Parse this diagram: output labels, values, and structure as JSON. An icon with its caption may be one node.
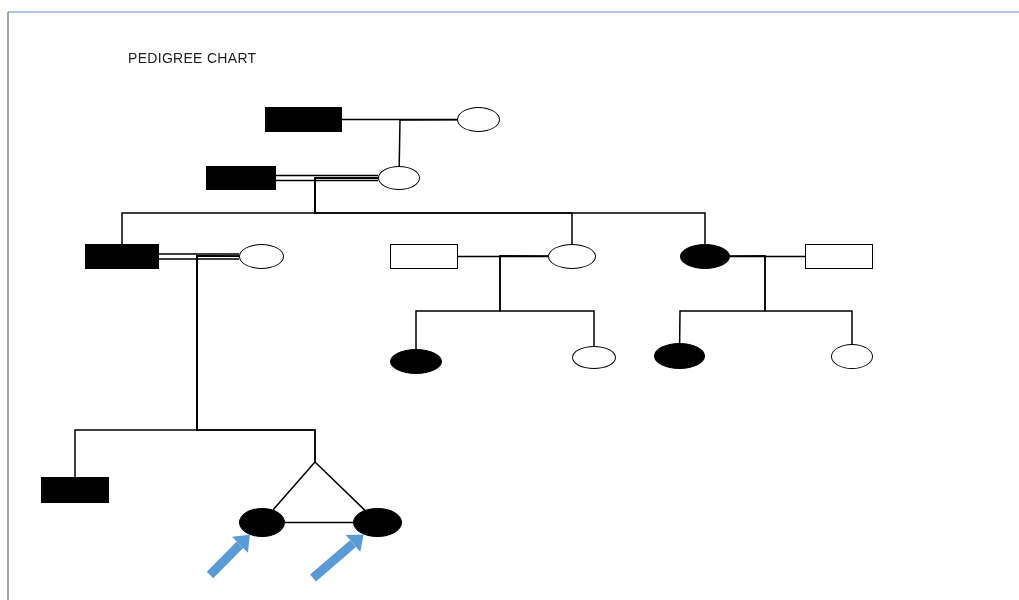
{
  "diagram": {
    "title": "PEDIGREE CHART",
    "nodes": [
      {
        "text": [],
        "shape": "box"
      },
      {
        "text": [],
        "shape": "circle"
      },
      {
        "text": [],
        "shape": "box"
      },
      {
        "text": [],
        "shape": "circle"
      },
      {
        "text": [],
        "shape": "box"
      },
      {
        "text": [],
        "shape": "circle"
      },
      {
        "text": [],
        "shape": "box"
      },
      {
        "text": [],
        "shape": "circle"
      },
      {
        "text": [],
        "shape": "circle"
      },
      {
        "text": [],
        "shape": "box"
      },
      {
        "text": [],
        "shape": "circle"
      },
      {
        "text": [],
        "shape": "circle"
      },
      {
        "text": [],
        "shape": "circle"
      },
      {
        "text": [],
        "shape": "circle"
      },
      {
        "text": [],
        "shape": "box"
      },
      {
        "text": [],
        "shape": "circle"
      },
      {
        "text": [],
        "shape": "circle"
      }
    ],
    "edges": [
      {
        "from": 0,
        "to": 1,
        "arrow": "none"
      },
      {
        "from": 1,
        "to": 3,
        "arrow": "none"
      },
      {
        "from": 2,
        "to": 3,
        "arrow": "none"
      },
      {
        "from": 3,
        "to": 4,
        "arrow": "none"
      },
      {
        "from": 3,
        "to": 7,
        "arrow": "none"
      },
      {
        "from": 3,
        "to": 8,
        "arrow": "none"
      },
      {
        "from": 4,
        "to": 5,
        "arrow": "none"
      },
      {
        "from": 5,
        "to": 14,
        "arrow": "none"
      },
      {
        "from": 5,
        "to": 15,
        "arrow": "none"
      },
      {
        "from": 5,
        "to": 16,
        "arrow": "none"
      },
      {
        "from": 6,
        "to": 7,
        "arrow": "none"
      },
      {
        "from": 7,
        "to": 10,
        "arrow": "none"
      },
      {
        "from": 7,
        "to": 11,
        "arrow": "none"
      },
      {
        "from": 8,
        "to": 9,
        "arrow": "none"
      },
      {
        "from": 8,
        "to": 12,
        "arrow": "none"
      },
      {
        "from": 8,
        "to": 13,
        "arrow": "none"
      },
      {
        "from": 15,
        "to": 16,
        "arrow": "none"
      },
      {
        "from": null,
        "to": 15,
        "arrow": "to",
        "style": "thick",
        "color": "#5b9bd5"
      },
      {
        "from": null,
        "to": 16,
        "arrow": "to",
        "style": "thick",
        "color": "#5b9bd5"
      }
    ]
  }
}
